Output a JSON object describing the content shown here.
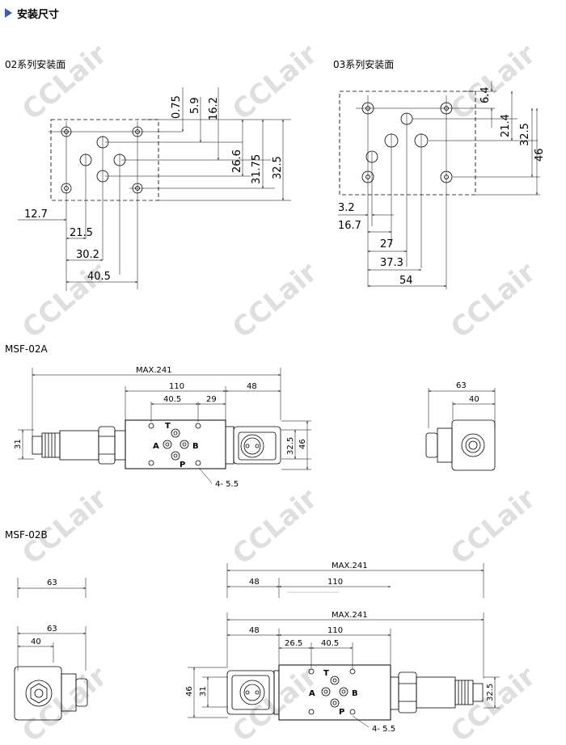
{
  "header": {
    "title": "安装尺寸"
  },
  "watermark": {
    "text": "CCLair",
    "color": "#d9d9d9"
  },
  "panel_02": {
    "title": "02系列安装面",
    "vertical_dims": [
      "0.75",
      "5.9",
      "16.2",
      "26.6",
      "31.75",
      "32.5"
    ],
    "horizontal_dims": [
      "12.7",
      "21.5",
      "30.2",
      "40.5"
    ]
  },
  "panel_03": {
    "title": "03系列安装面",
    "vertical_dims": [
      "6.4",
      "21.4",
      "32.5",
      "46"
    ],
    "horizontal_dims": [
      "3.2",
      "16.7",
      "27",
      "37.3",
      "54"
    ]
  },
  "msf02a": {
    "title": "MSF-02A",
    "max": "MAX.241",
    "dim_110": "110",
    "dim_48": "48",
    "dim_40_5": "40.5",
    "dim_29": "29",
    "dim_31": "31",
    "dim_32_5": "32.5",
    "dim_46": "46",
    "holes": "4-  5.5",
    "port_t": "T",
    "port_a": "A",
    "port_b": "B",
    "port_p": "P",
    "side_63": "63",
    "side_40": "40"
  },
  "msf02b": {
    "title": "MSF-02B",
    "max": "MAX.241",
    "dim_48": "48",
    "dim_110": "110",
    "dim_26_5": "26.5",
    "dim_40_5": "40.5",
    "dim_46": "46",
    "dim_31": "31",
    "dim_32_5": "32.5",
    "holes": "4-  5.5",
    "port_t": "T",
    "port_a": "A",
    "port_b": "B",
    "port_p": "P",
    "side_63_top": "63",
    "side_63": "63",
    "side_40": "40"
  }
}
